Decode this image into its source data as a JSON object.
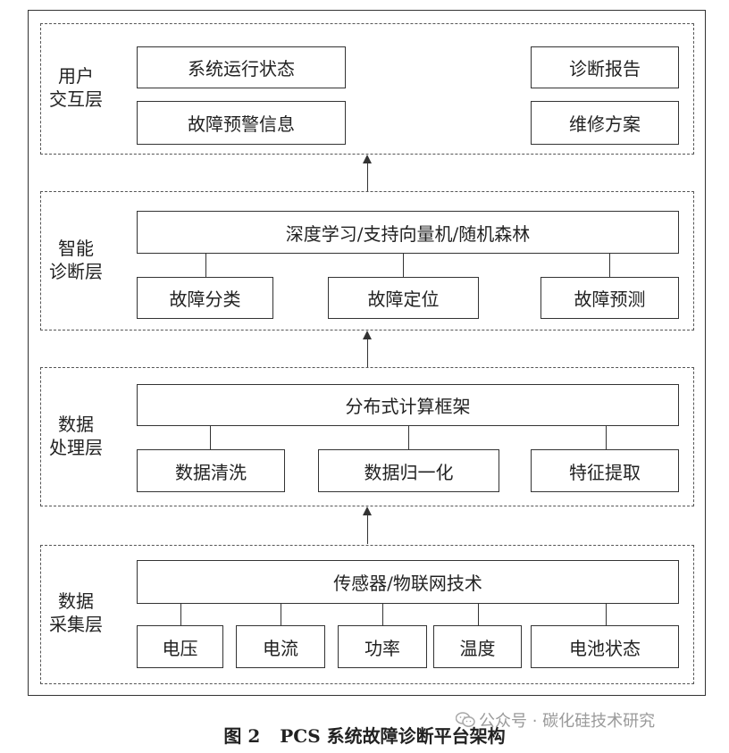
{
  "layers": {
    "user": {
      "label": "用户\n交互层",
      "boxes": [
        "系统运行状态",
        "故障预警信息",
        "诊断报告",
        "维修方案"
      ]
    },
    "diagnosis": {
      "label": "智能\n诊断层",
      "top": "深度学习/支持向量机/随机森林",
      "boxes": [
        "故障分类",
        "故障定位",
        "故障预测"
      ]
    },
    "processing": {
      "label": "数据\n处理层",
      "top": "分布式计算框架",
      "boxes": [
        "数据清洗",
        "数据归一化",
        "特征提取"
      ]
    },
    "collection": {
      "label": "数据\n采集层",
      "top": "传感器/物联网技术",
      "boxes": [
        "电压",
        "电流",
        "功率",
        "温度",
        "电池状态"
      ]
    }
  },
  "caption": {
    "number": "图 2",
    "title": "PCS 系统故障诊断平台架构"
  },
  "watermark": {
    "text": "公众号 · 碳化硅技术研究",
    "icon": "wechat-icon"
  }
}
